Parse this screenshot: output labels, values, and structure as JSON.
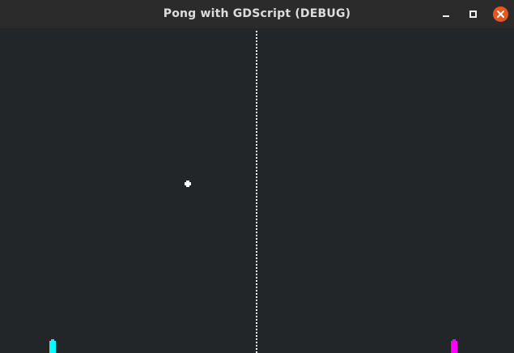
{
  "window": {
    "title": "Pong with GDScript (DEBUG)",
    "controls": [
      "minimize",
      "maximize",
      "close"
    ]
  },
  "game": {
    "left_paddle": {
      "color": "#00ffff"
    },
    "right_paddle": {
      "color": "#ff00ff"
    },
    "ball": {
      "color": "#ffffff"
    },
    "net": {
      "color": "#ffffff",
      "style": "dotted"
    },
    "background": "#232629"
  }
}
